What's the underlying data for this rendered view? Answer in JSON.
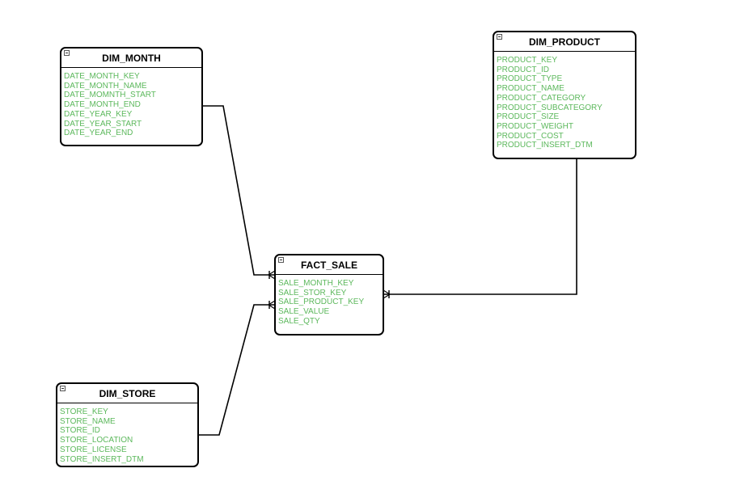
{
  "colors": {
    "attribute_text": "#5cb85c",
    "border": "#000000",
    "connector": "#000000"
  },
  "entities": {
    "dim_month": {
      "title": "DIM_MONTH",
      "attributes": [
        "DATE_MONTH_KEY",
        "DATE_MONTH_NAME",
        "DATE_MOMNTH_START",
        "DATE_MONTH_END",
        "DATE_YEAR_KEY",
        "DATE_YEAR_START",
        "DATE_YEAR_END"
      ]
    },
    "dim_product": {
      "title": "DIM_PRODUCT",
      "attributes": [
        "PRODUCT_KEY",
        "PRODUCT_ID",
        "PRODUCT_TYPE",
        "PRODUCT_NAME",
        "PRODUCT_CATEGORY",
        "PRODUCT_SUBCATEGORY",
        "PRODUCT_SIZE",
        "PRODUCT_WEIGHT",
        "PRODUCT_COST",
        "PRODUCT_INSERT_DTM"
      ]
    },
    "fact_sale": {
      "title": "FACT_SALE",
      "attributes": [
        "SALE_MONTH_KEY",
        "SALE_STOR_KEY",
        "SALE_PRODUCT_KEY",
        "SALE_VALUE",
        "SALE_QTY"
      ]
    },
    "dim_store": {
      "title": "DIM_STORE",
      "attributes": [
        "STORE_KEY",
        "STORE_NAME",
        "STORE_ID",
        "STORE_LOCATION",
        "STORE_LICENSE",
        "STORE_INSERT_DTM"
      ]
    }
  },
  "relationships": [
    {
      "from": "dim_month",
      "to": "fact_sale",
      "end_marker": "one-to-many"
    },
    {
      "from": "dim_store",
      "to": "fact_sale",
      "end_marker": "one-to-many"
    },
    {
      "from": "dim_product",
      "to": "fact_sale",
      "end_marker": "one-to-many"
    }
  ]
}
